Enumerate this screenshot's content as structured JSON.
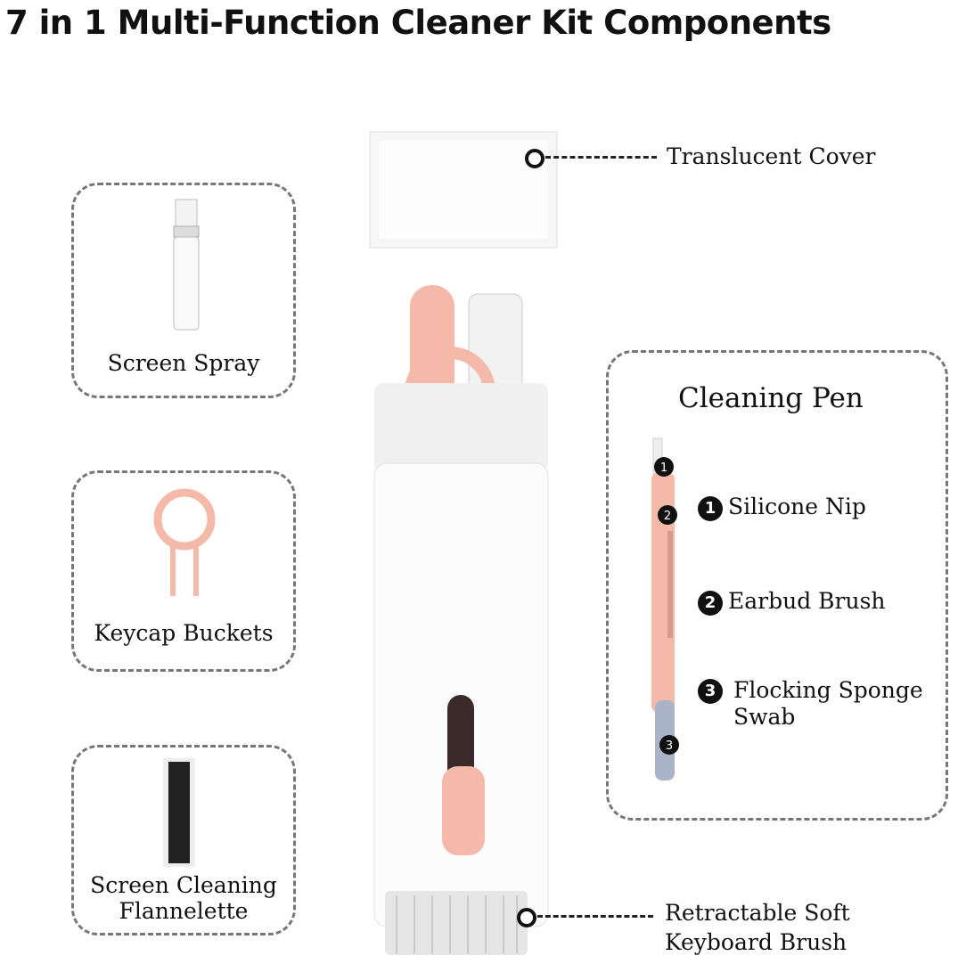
{
  "title": "7 in 1 Multi-Function Cleaner Kit Components",
  "left_components": [
    {
      "label": "Screen Spray"
    },
    {
      "label": "Keycap Buckets"
    },
    {
      "label": "Screen Cleaning Flannelette"
    }
  ],
  "callouts": {
    "cover": "Translucent Cover",
    "brush": "Retractable Soft Keyboard Brush"
  },
  "pen": {
    "heading": "Cleaning Pen",
    "parts": [
      {
        "num": "1",
        "label": "Silicone Nip"
      },
      {
        "num": "2",
        "label": "Earbud Brush"
      },
      {
        "num": "3",
        "label": "Flocking Sponge Swab"
      }
    ]
  },
  "colors": {
    "accent_pink": "#f4b9a8",
    "dark": "#3a2a2a"
  }
}
